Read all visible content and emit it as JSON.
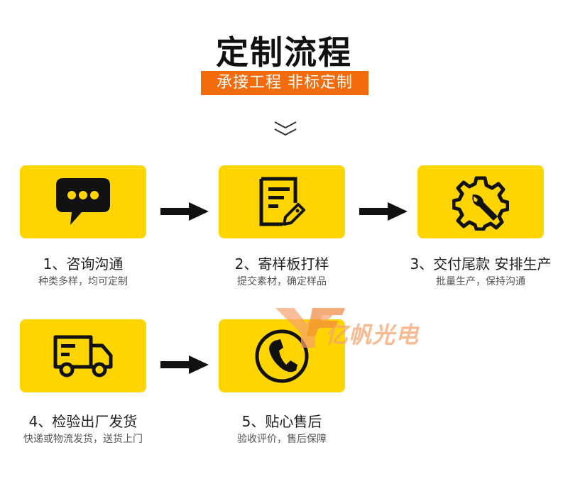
{
  "header": {
    "title": "定制流程",
    "subtitle": "承接工程 非标定制"
  },
  "watermark": {
    "text": "亿帆光电"
  },
  "steps": [
    {
      "label": "1、咨询沟通",
      "desc": "种类多样，均可定制",
      "icon": "chat-bubble-icon"
    },
    {
      "label": "2、寄样板打样",
      "desc": "提交素材，确定样品",
      "icon": "document-tag-icon"
    },
    {
      "label": "3、交付尾款 安排生产",
      "desc": "批量生产，保持沟通",
      "icon": "gear-wrench-icon"
    },
    {
      "label": "4、检验出厂发货",
      "desc": "快递或物流发货，送货上门",
      "icon": "truck-icon"
    },
    {
      "label": "5、贴心售后",
      "desc": "验收评价，售后保障",
      "icon": "phone-icon"
    }
  ],
  "colors": {
    "card": "#ffd500",
    "accent": "#f26b0c",
    "icon": "#111111"
  }
}
